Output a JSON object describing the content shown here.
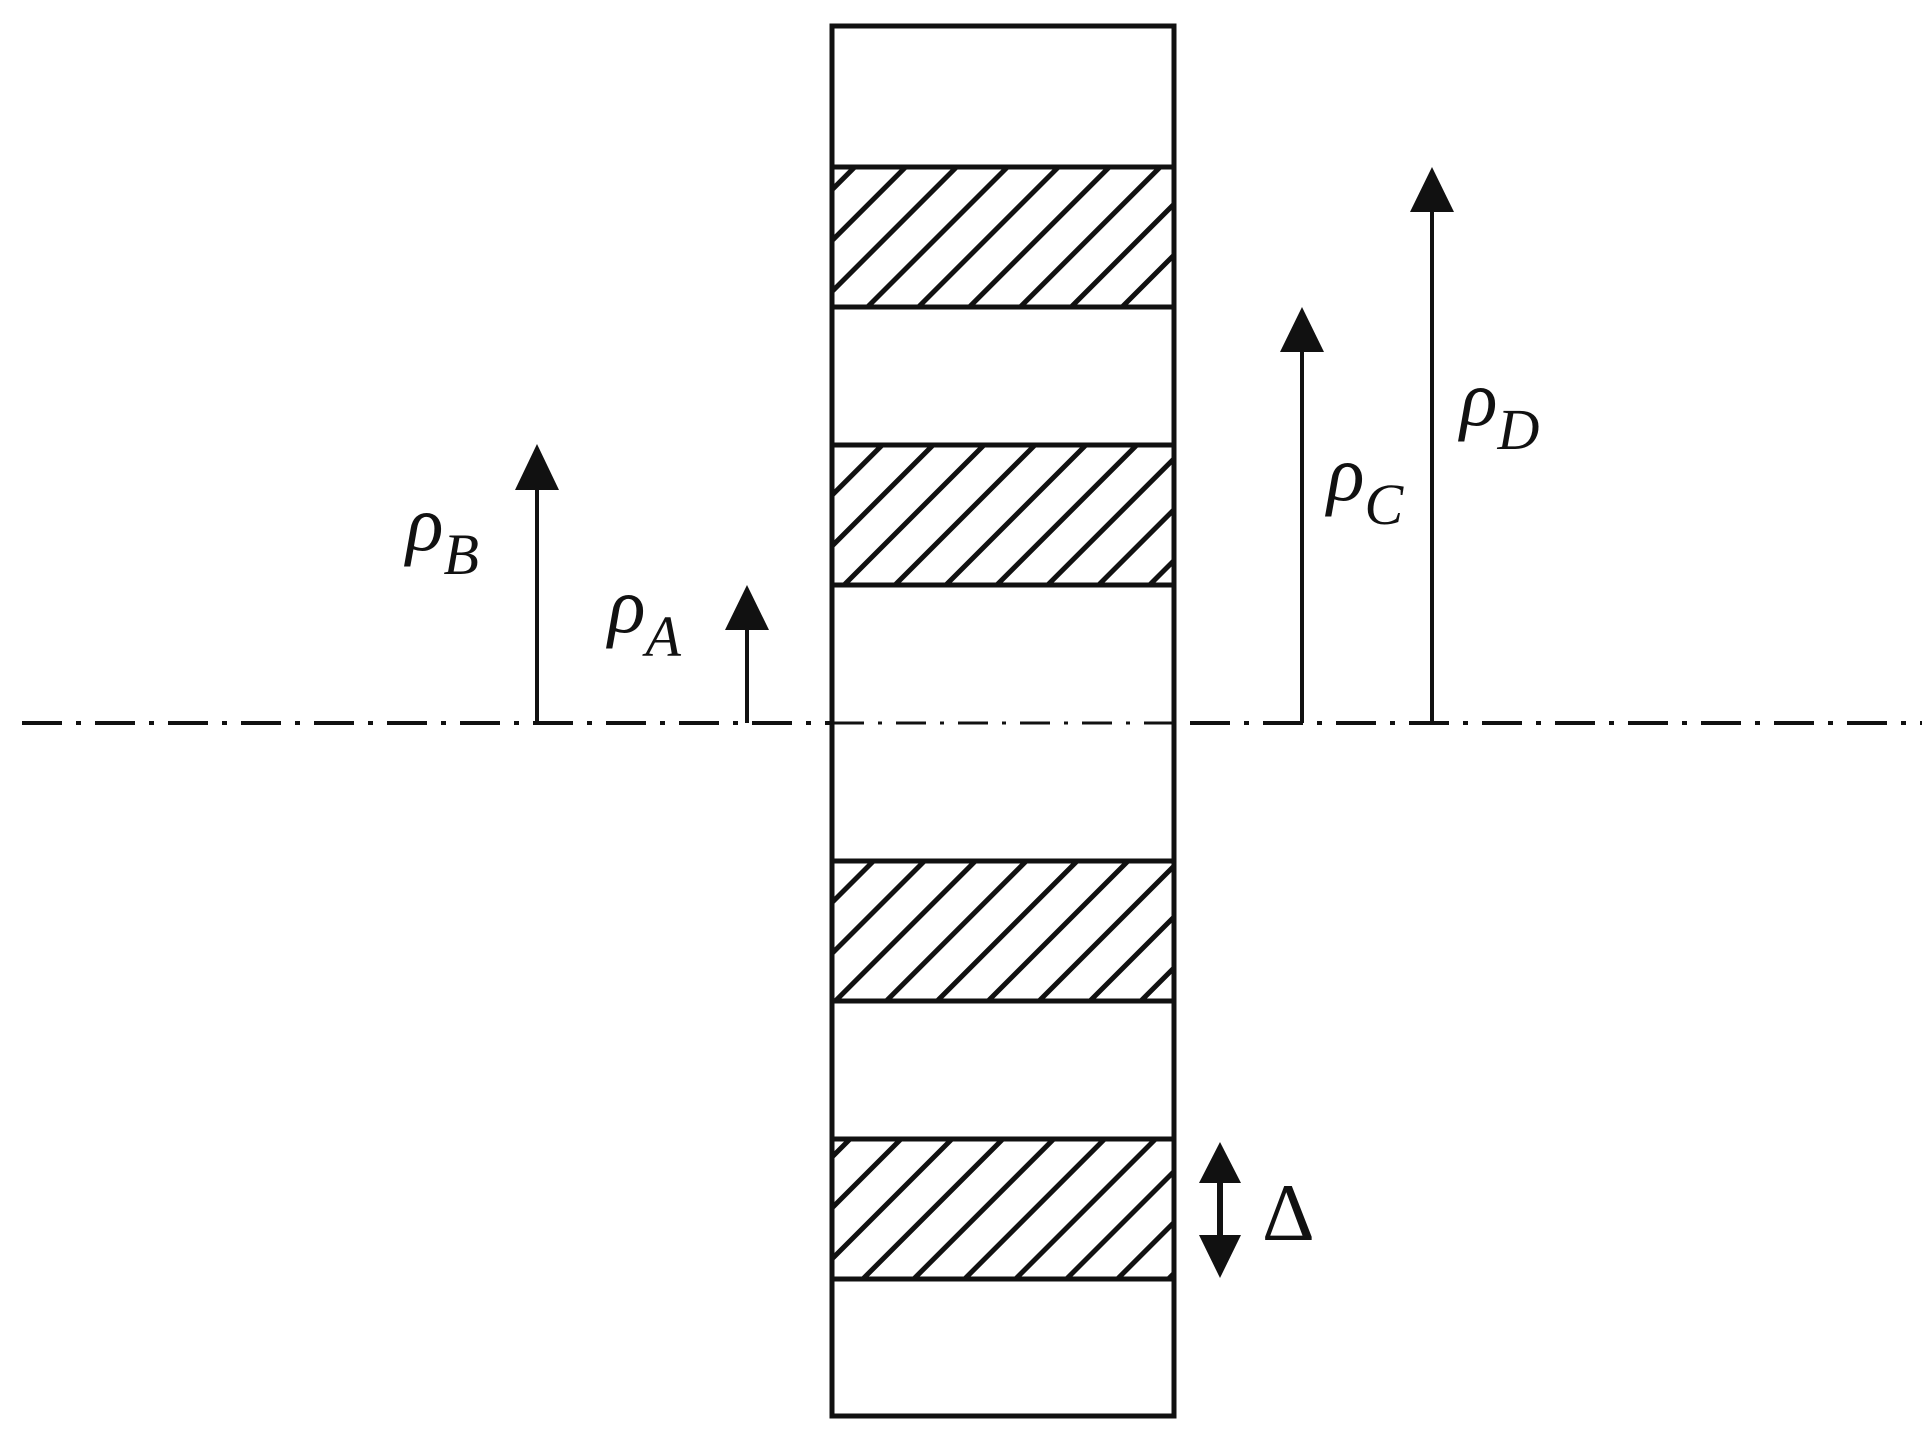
{
  "labels": {
    "rho_a": {
      "main": "ρ",
      "sub": "A"
    },
    "rho_b": {
      "main": "ρ",
      "sub": "B"
    },
    "rho_c": {
      "main": "ρ",
      "sub": "C"
    },
    "rho_d": {
      "main": "ρ",
      "sub": "D"
    },
    "delta": "Δ"
  },
  "colors": {
    "stroke": "#111111",
    "background": "#ffffff"
  }
}
